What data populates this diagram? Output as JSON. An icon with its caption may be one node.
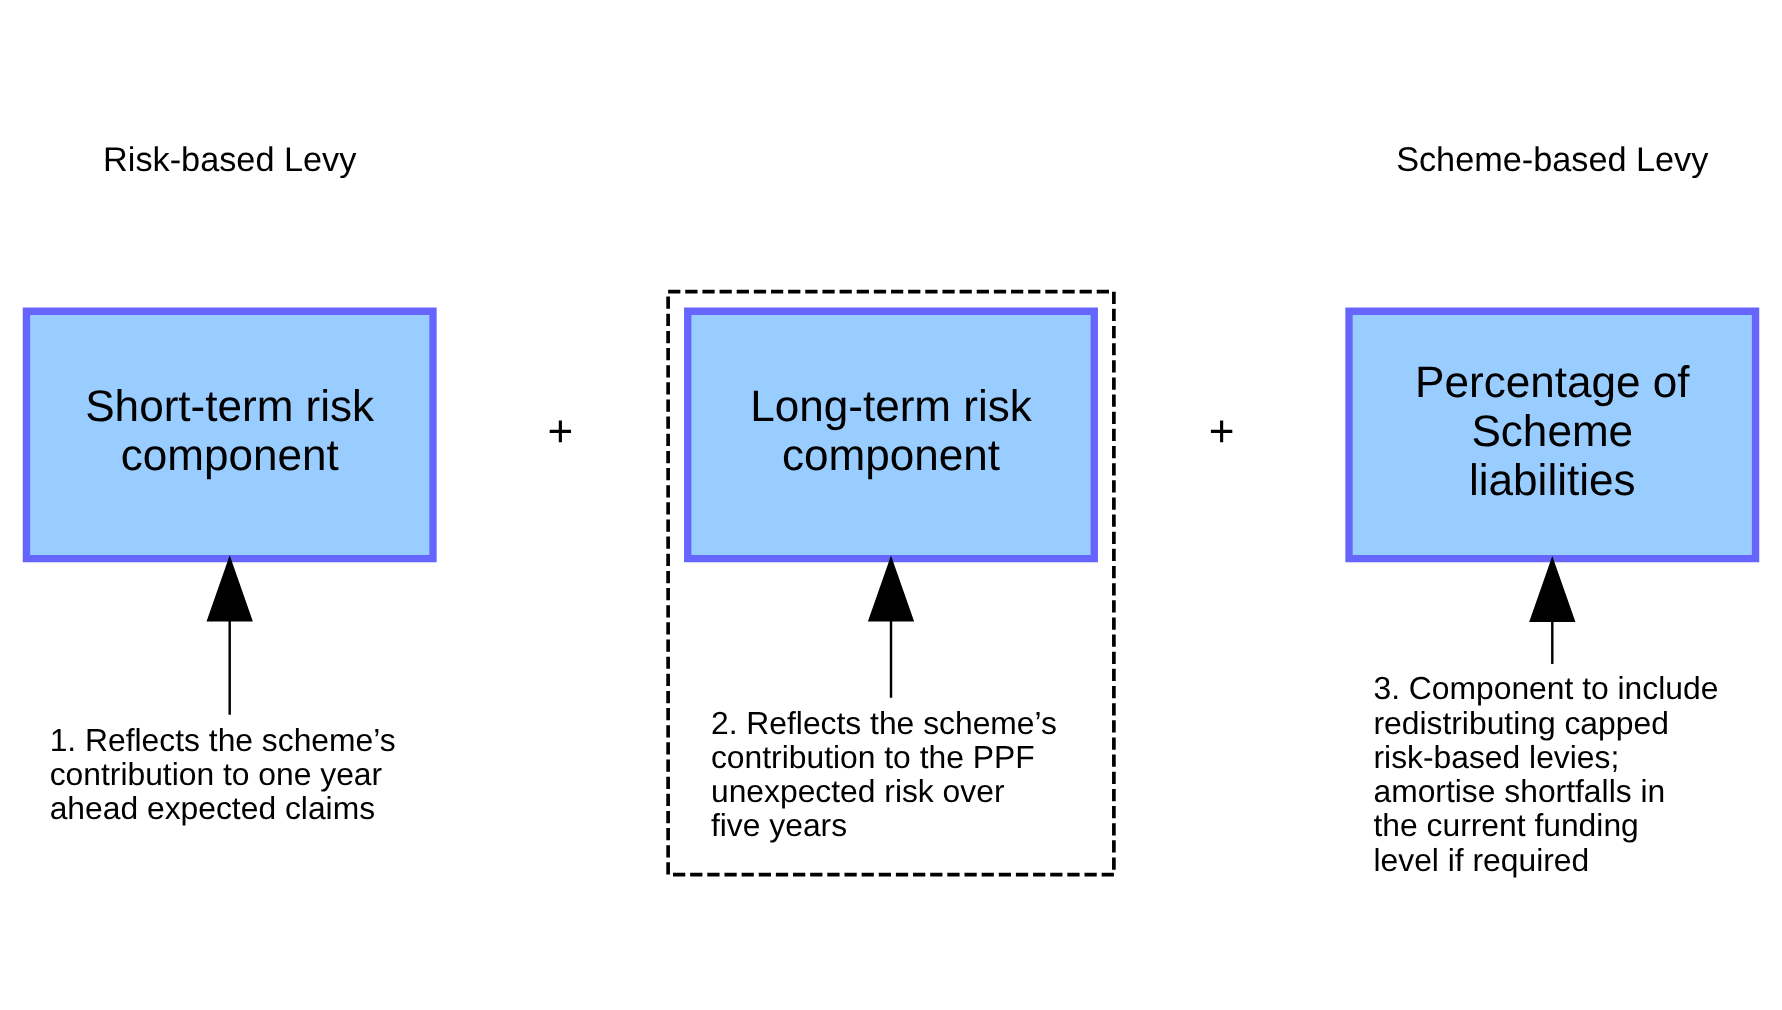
{
  "diagram": {
    "nodes": [
      {
        "text": [
          "Short-term risk component"
        ]
      },
      {
        "text": [],
        "shape": "box"
      },
      {
        "text": [
          "Long-term risk component"
        ],
        "in": 1
      },
      {
        "text": [
          "Percentage of Scheme liabilities"
        ]
      },
      {
        "text": [
          "1. Reflects the scheme’s contribution to one year ahead expected claims"
        ]
      },
      {
        "text": [
          "2. Reflects the scheme’s contribution to the PPF unexpected risk over five years"
        ],
        "in": 1
      },
      {
        "text": [
          "3. Component to include redistributing capped risk-based levies; amortise shortfalls in the current funding level if required"
        ]
      }
    ],
    "edges": [
      {
        "from": 4,
        "to": 0,
        "arrow": "to"
      },
      {
        "from": 5,
        "to": 2,
        "arrow": "to"
      },
      {
        "from": 6,
        "to": 3,
        "arrow": "to"
      }
    ],
    "labels": [
      "Risk-based Levy",
      "Scheme-based Levy",
      "+",
      "+"
    ]
  }
}
